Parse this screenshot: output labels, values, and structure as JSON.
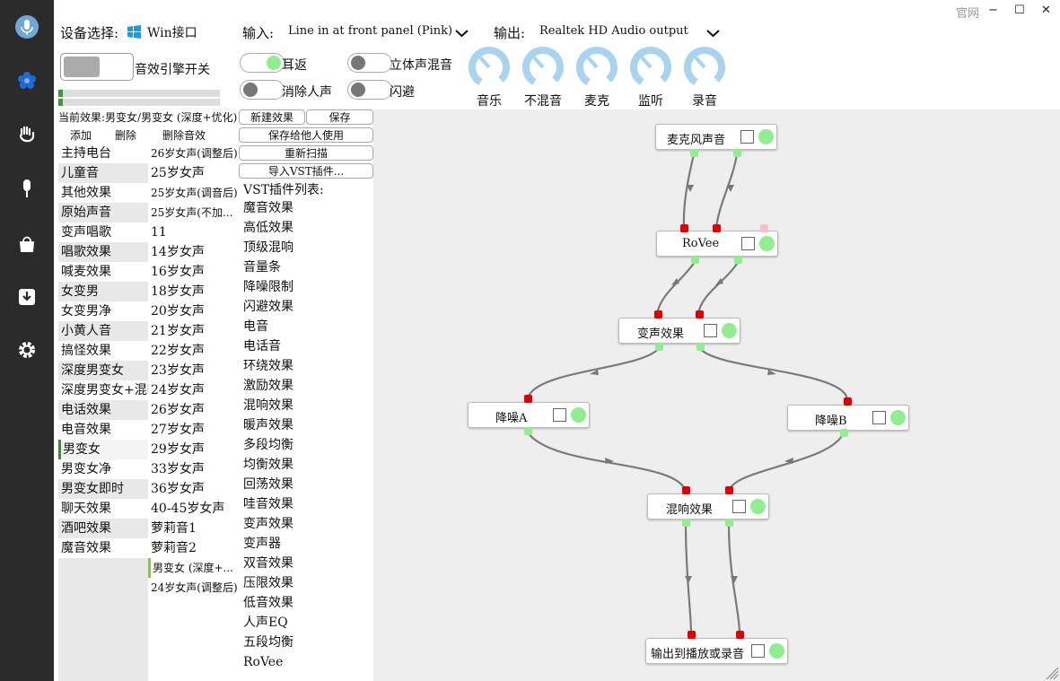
{
  "window": {
    "link_label": "官网",
    "minimize": "−",
    "maximize": "☐",
    "close": "✕"
  },
  "device": {
    "label": "设备选择:",
    "driver": "Win接口"
  },
  "io": {
    "input_label": "输入:",
    "input_value": "Line in at front panel (Pink)",
    "output_label": "输出:",
    "output_value": "Realtek HD Audio output"
  },
  "engine": {
    "label": "音效引擎开关"
  },
  "toggles": [
    {
      "label": "耳返",
      "state": "on"
    },
    {
      "label": "立体声混音",
      "state": "off"
    },
    {
      "label": "消除人声",
      "state": "off"
    },
    {
      "label": "闪避",
      "state": "off"
    }
  ],
  "dials": [
    "音乐",
    "不混音",
    "麦克",
    "监听",
    "录音"
  ],
  "current_effect": "当前效果:男变女/男变女 (深度+优化)",
  "effect_actions": [
    "添加",
    "删除",
    "删除音效"
  ],
  "categories": [
    "主持电台",
    "儿童音",
    "其他效果",
    "原始声音",
    "变声唱歌",
    "唱歌效果",
    "喊麦效果",
    "女变男",
    "女变男净",
    "小黄人音",
    "搞怪效果",
    "深度男变女",
    "深度男变女+混响",
    "电话效果",
    "电音效果",
    "男变女",
    "男变女净",
    "男变女即时",
    "聊天效果",
    "酒吧效果",
    "魔音效果"
  ],
  "selected_category": "男变女",
  "presets": [
    "26岁女声(调整后)",
    "25岁女声",
    "25岁女声(调音后)",
    "25岁女声(不加...",
    "11",
    "14岁女声",
    "16岁女声",
    "18岁女声",
    "20岁女声",
    "21岁女声",
    "22岁女声",
    "23岁女声",
    "24岁女声",
    "26岁女声",
    "27岁女声",
    "29岁女声",
    "33岁女声",
    "36岁女声",
    "40-45岁女声",
    "萝莉音1",
    "萝莉音2",
    "男变女 (深度+...",
    "24岁女声(调整后)"
  ],
  "buttons": {
    "new": "新建效果",
    "save": "保存",
    "share": "保存给他人使用",
    "rescan": "重新扫描",
    "import": "导入VST插件..."
  },
  "vst": {
    "title": "VST插件列表:",
    "items": [
      "魔音效果",
      "高低效果",
      "顶级混响",
      "音量条",
      "降噪限制",
      "闪避效果",
      "电音",
      "电话音",
      "环绕效果",
      "激励效果",
      "混响效果",
      "暖声效果",
      "多段均衡",
      "均衡效果",
      "回荡效果",
      "哇音效果",
      "变声效果",
      "变声器",
      "双音效果",
      "压限效果",
      "低音效果",
      "人声EQ",
      "五段均衡",
      "RoVee"
    ]
  },
  "graph": {
    "nodes": [
      "麦克风声音",
      "RoVee",
      "变声效果",
      "降噪A",
      "降噪B",
      "混响效果",
      "输出到播放或录音"
    ]
  },
  "colors": {
    "accent_green": "#90ee90",
    "port_red": "#e00000",
    "nav_bg": "#2b2b2b",
    "dial_blue": "#a9d3ee"
  }
}
